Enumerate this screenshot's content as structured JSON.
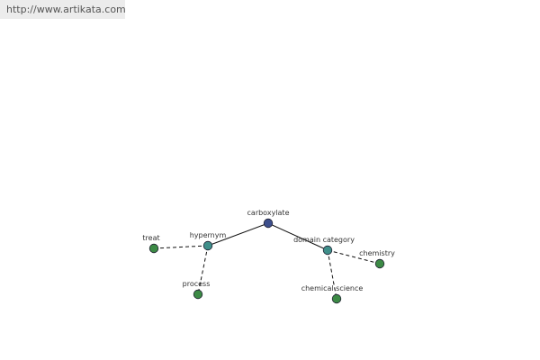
{
  "url": "http://www.artikata.com",
  "graph": {
    "nodes": [
      {
        "id": "carboxylate",
        "label": "carboxylate",
        "role": "root",
        "color": "#3d4f8c"
      },
      {
        "id": "hypernym",
        "label": "hypernym",
        "role": "relation",
        "color": "#3f8f8a"
      },
      {
        "id": "domain_category",
        "label": "domain category",
        "role": "relation",
        "color": "#3f8f8a"
      },
      {
        "id": "treat",
        "label": "treat",
        "role": "leaf",
        "color": "#3c8a45"
      },
      {
        "id": "process",
        "label": "process",
        "role": "leaf",
        "color": "#3c8a45"
      },
      {
        "id": "chemistry",
        "label": "chemistry",
        "role": "leaf",
        "color": "#3c8a45"
      },
      {
        "id": "chemical_science",
        "label": "chemical science",
        "role": "leaf",
        "color": "#3c8a45"
      }
    ],
    "edges": [
      {
        "from": "carboxylate",
        "to": "hypernym",
        "style": "solid"
      },
      {
        "from": "carboxylate",
        "to": "domain_category",
        "style": "solid"
      },
      {
        "from": "hypernym",
        "to": "treat",
        "style": "dashed"
      },
      {
        "from": "hypernym",
        "to": "process",
        "style": "dashed"
      },
      {
        "from": "domain_category",
        "to": "chemistry",
        "style": "dashed"
      },
      {
        "from": "domain_category",
        "to": "chemical_science",
        "style": "dashed"
      }
    ]
  }
}
